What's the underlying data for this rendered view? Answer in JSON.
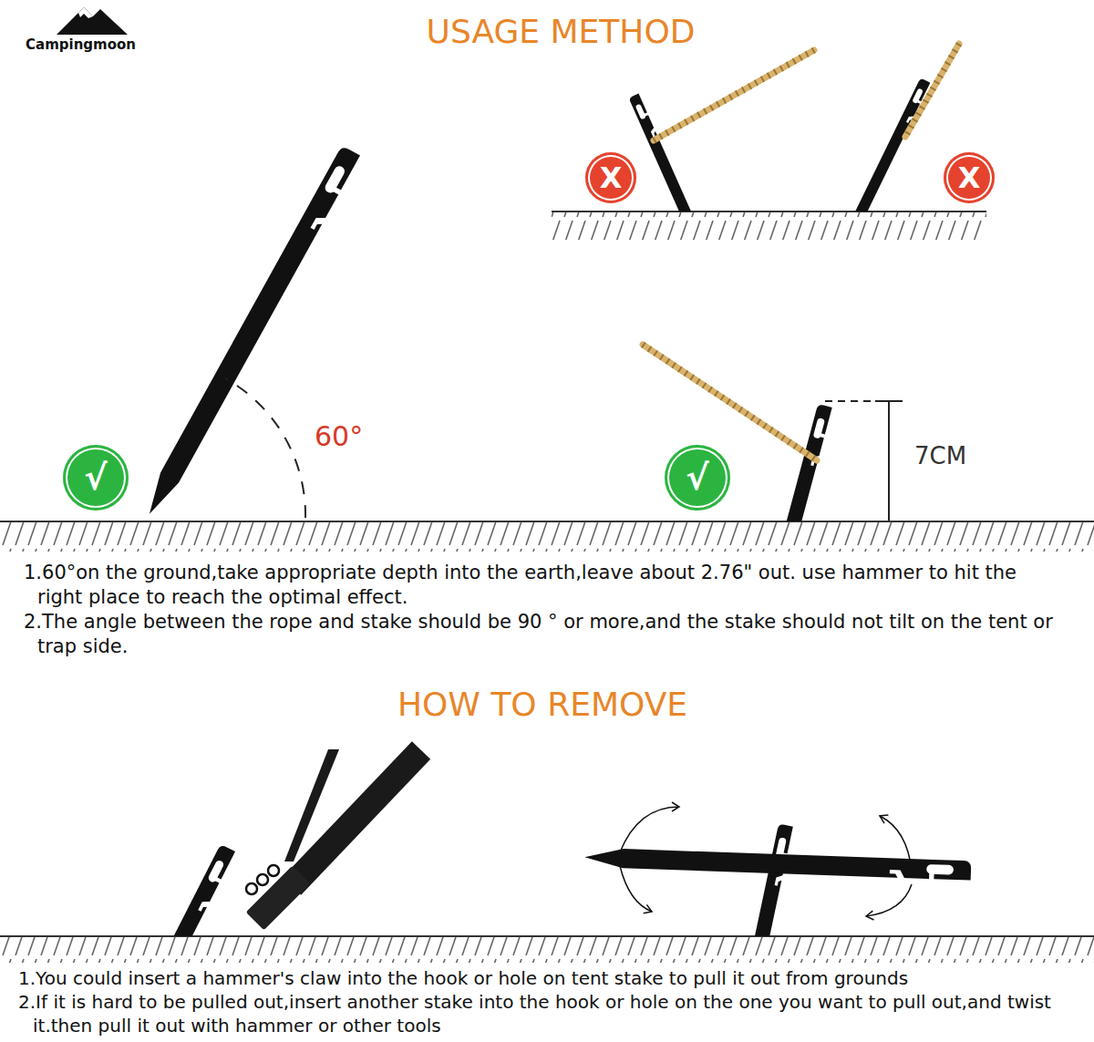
{
  "diagram": {
    "title": "USAGE METHOD",
    "nodes": [
      {
        "text": [
          "X"
        ]
      },
      {
        "text": [
          "X"
        ]
      },
      {
        "text": [
          "√"
        ]
      },
      {
        "text": [
          "√"
        ]
      }
    ],
    "labels": [
      "Campingmoon",
      "60°",
      "7CM",
      "1.60°on the ground,take appropriate depth into the earth,leave about 2.76\" out. use hammer to hit the right place to reach the optimal effect.",
      "2.The angle between the rope and stake should be 90 ° or more,and the stake should not tilt on the tent or trap side.",
      "HOW TO REMOVE",
      "1.You could insert a hammer's claw into the hook or hole on tent stake to pull it out from grounds",
      "2.If it is hard to be pulled out,insert another stake into the hook or hole on the one you want to pull out,and twist it.then pull it out with hammer or other tools"
    ]
  }
}
